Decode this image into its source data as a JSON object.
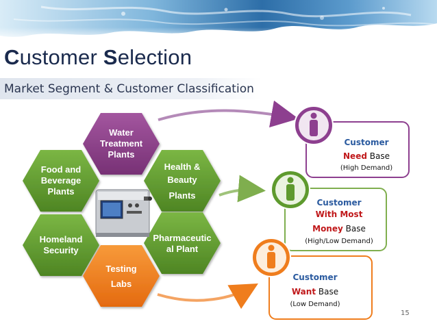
{
  "title": {
    "first_initial": "C",
    "first_rest": "ustomer ",
    "second_initial": "S",
    "second_rest": "election"
  },
  "subtitle": "Market Segment & Customer Classification",
  "segments": [
    {
      "lines": [
        "Water",
        "Treatment",
        "Plants"
      ],
      "color": "#8d3f8f"
    },
    {
      "lines": [
        "Food and",
        "Beverage",
        "Plants"
      ],
      "color": "#5e9a2e"
    },
    {
      "lines": [
        "Health &",
        "Beauty",
        "Plants"
      ],
      "color": "#5e9a2e"
    },
    {
      "lines": [
        "Homeland",
        "Security"
      ],
      "color": "#5e9a2e"
    },
    {
      "lines": [
        "Pharmaceutic",
        "al Plant"
      ],
      "color": "#5e9a2e"
    },
    {
      "lines": [
        "Testing",
        "Labs"
      ],
      "color": "#ef7d1d"
    }
  ],
  "customers": [
    {
      "label": "Customer",
      "highlight": "Need",
      "suffix": " Base",
      "demand": "(High Demand)",
      "color": "#8d3f8f"
    },
    {
      "label": "Customer",
      "highlight": "With Most",
      "highlight2": "Money",
      "suffix": " Base",
      "demand": "(High/Low Demand)",
      "color": "#5e9a2e"
    },
    {
      "label": "Customer",
      "highlight": "Want",
      "suffix": " Base",
      "demand": "(Low Demand)",
      "color": "#ef7d1d"
    }
  ],
  "page_number": "15"
}
